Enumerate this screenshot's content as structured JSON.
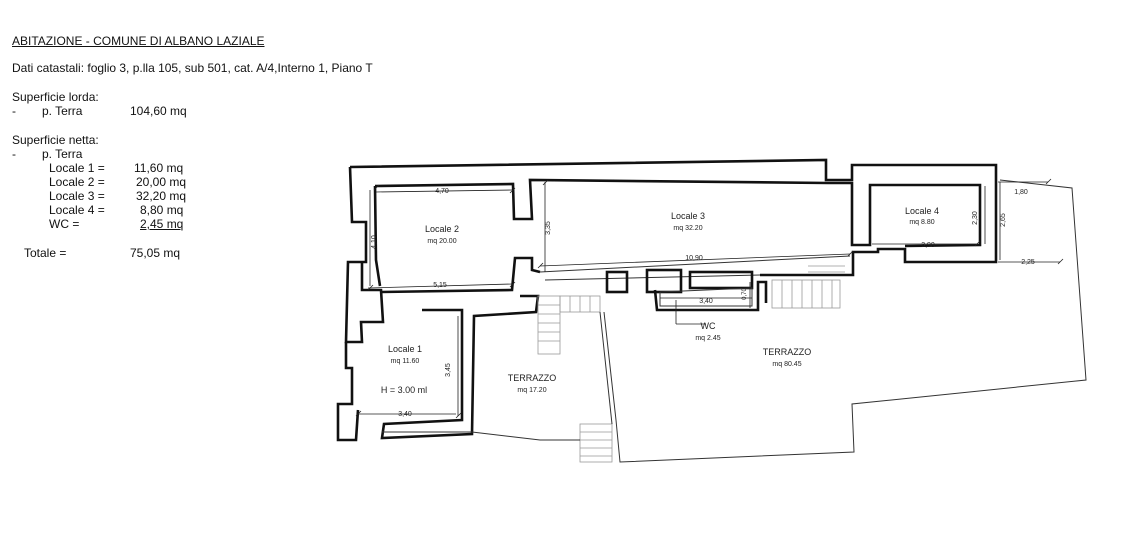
{
  "header": {
    "title": "ABITAZIONE - COMUNE DI ALBANO LAZIALE",
    "cadastral": "Dati catastali: foglio 3, p.lla 105, sub 501, cat. A/4,Interno 1, Piano T"
  },
  "gross": {
    "label": "Superficie lorda:",
    "dash": "-",
    "floor": "p. Terra",
    "value": "104,60 mq"
  },
  "net": {
    "label": "Superficie netta:",
    "dash": "-",
    "floor": "p. Terra",
    "rows": [
      {
        "name": "Locale 1 =",
        "value": "11,60 mq"
      },
      {
        "name": "Locale 2 =",
        "value": "20,00 mq"
      },
      {
        "name": "Locale 3 =",
        "value": "32,20 mq"
      },
      {
        "name": "Locale 4 =",
        "value": "8,80 mq"
      },
      {
        "name": "WC  =",
        "value": "2,45 mq"
      }
    ],
    "total_label": "Totale =",
    "total_value": "75,05 mq"
  },
  "plan": {
    "rooms": {
      "locale1": {
        "name": "Locale 1",
        "area": "mq 11.60",
        "height": "H = 3.00 ml"
      },
      "locale2": {
        "name": "Locale 2",
        "area": "mq 20.00"
      },
      "locale3": {
        "name": "Locale 3",
        "area": "mq 32.20"
      },
      "locale4": {
        "name": "Locale 4",
        "area": "mq 8.80"
      },
      "wc": {
        "name": "WC",
        "area": "mq 2.45"
      },
      "terrazzo1": {
        "name": "TERRAZZO",
        "area": "mq 17.20"
      },
      "terrazzo2": {
        "name": "TERRAZZO",
        "area": "mq 80.45"
      }
    },
    "dims": {
      "l2_width": "4,70",
      "l2_height": "4,10",
      "l2_bottom": "5,15",
      "l3_height": "3,35",
      "l3_width": "10,90",
      "l4_height": "2,30",
      "l4_width": "3,90",
      "right_height": "2,65",
      "right_top": "1,80",
      "right_bottom": "2,25",
      "wc_width": "3,40",
      "wc_height": "0,70",
      "l1_height": "3,45",
      "l1_width": "3,40"
    }
  }
}
